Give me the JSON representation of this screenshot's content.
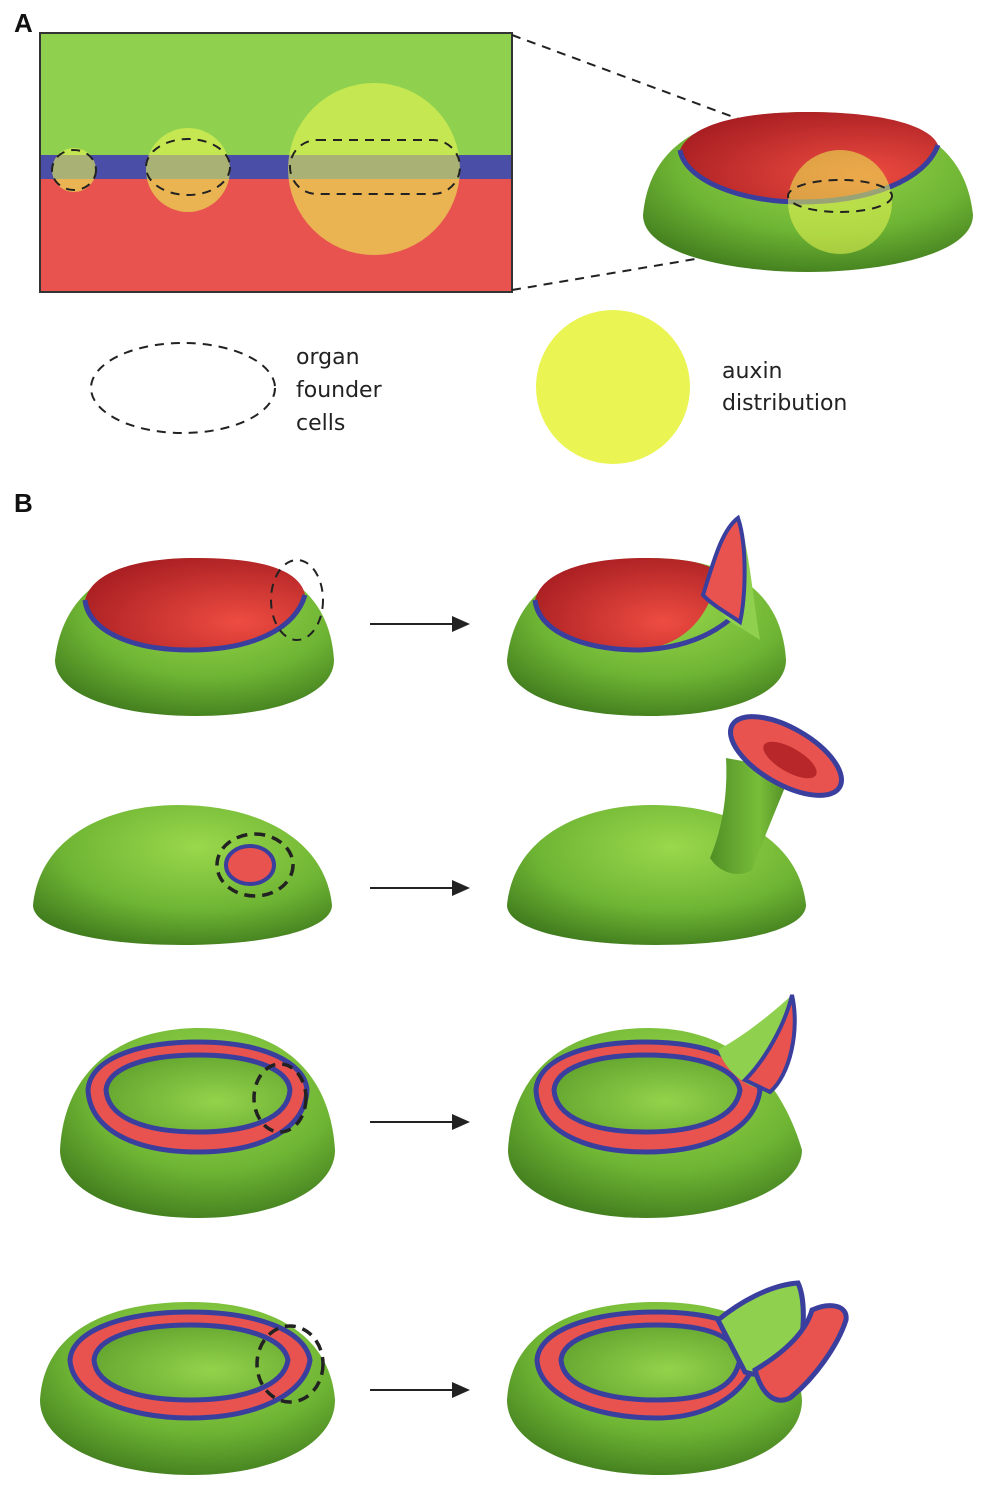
{
  "panels": {
    "a_label": "A",
    "b_label": "B"
  },
  "legend": {
    "founder_lines": [
      "organ",
      "founder",
      "cells"
    ],
    "auxin_lines": [
      "auxin",
      "distribution"
    ]
  },
  "colors": {
    "green": "#8fd14f",
    "red": "#e8534f",
    "blue": "#3a3f9e",
    "yellow": "#eaf553",
    "orange": "#e8a93a"
  }
}
